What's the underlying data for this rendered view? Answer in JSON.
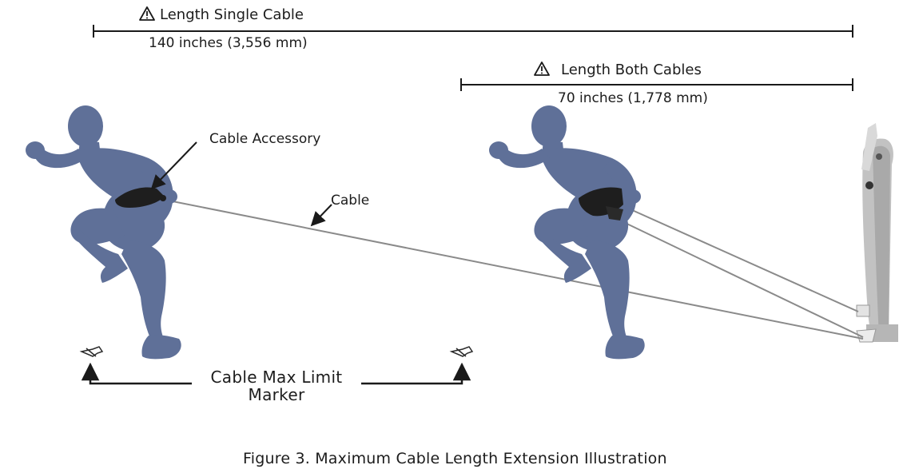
{
  "dimensions": {
    "single_cable": {
      "title": "Length Single Cable",
      "value": "140 inches (3,556 mm)",
      "icon": "warning-icon"
    },
    "both_cables": {
      "title": "Length Both Cables",
      "value": "70 inches (1,778 mm)",
      "icon": "warning-icon"
    }
  },
  "callouts": {
    "cable_accessory": "Cable Accessory",
    "cable": "Cable",
    "marker_line1": "Cable Max Limit",
    "marker_line2": "Marker"
  },
  "caption": "Figure 3. Maximum Cable Length Extension Illustration",
  "colors": {
    "figure": "#5f7098",
    "cable": "#8a8a8a",
    "machine": "#b9b9b9",
    "belt": "#1e1e1e",
    "line": "#1a1a1a"
  }
}
